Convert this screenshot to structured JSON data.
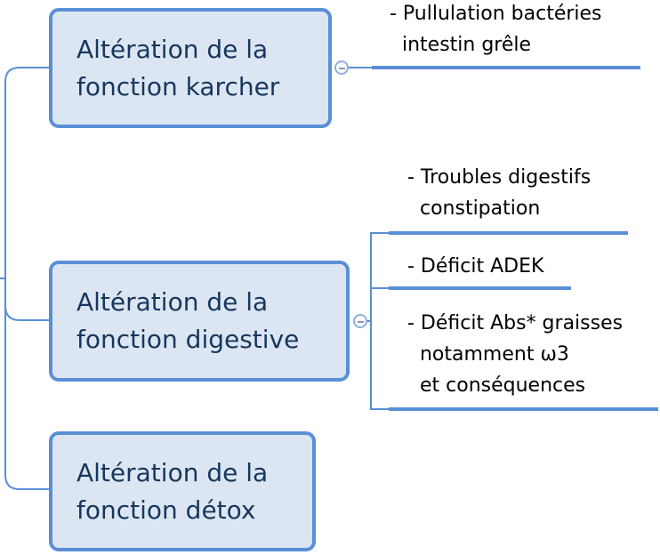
{
  "nodes": [
    {
      "label": "Altération de la\nfonction karcher",
      "children": [
        "- Pullulation bactéries\n  intestin grêle"
      ]
    },
    {
      "label": "Altération de la\nfonction digestive",
      "children": [
        "- Troubles digestifs\n  constipation",
        "- Déficit ADEK",
        "- Déficit Abs* graisses\n  notamment ω3\n  et conséquences"
      ]
    },
    {
      "label": "Altération de la\nfonction détox",
      "children": []
    }
  ],
  "colors": {
    "line": "#5a8fd6",
    "fill": "#dce6f2",
    "text": "#17375e"
  }
}
